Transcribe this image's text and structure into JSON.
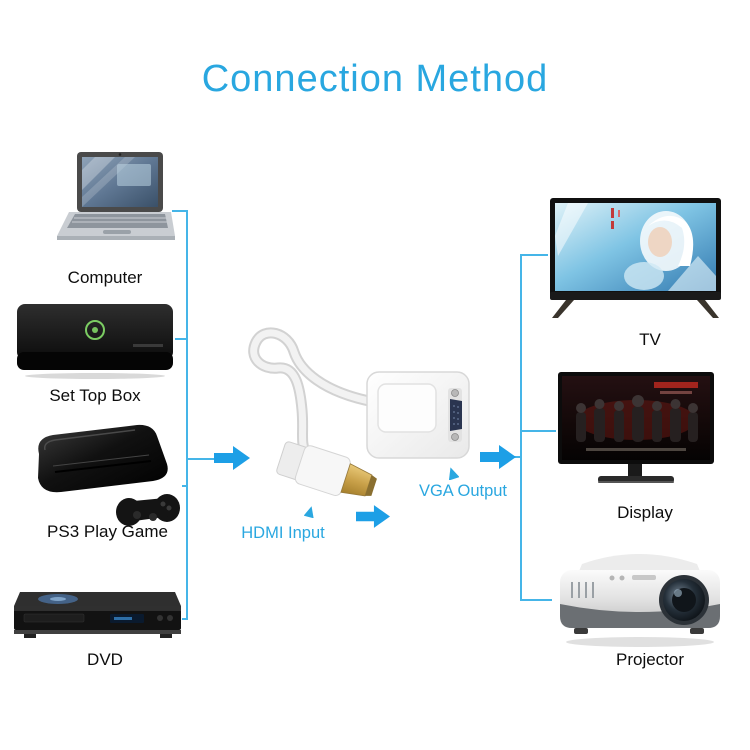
{
  "title": "Connection Method",
  "colors": {
    "accent_blue": "#29A7E0",
    "arrow_blue": "#1D9FE6",
    "line_blue": "#45B5E8",
    "label_black": "#0D0D0D"
  },
  "adapter": {
    "hdmi_label": "HDMI Input",
    "vga_label": "VGA Output"
  },
  "sources": [
    {
      "label": "Computer"
    },
    {
      "label": "Set Top Box"
    },
    {
      "label": "PS3 Play Game"
    },
    {
      "label": "DVD"
    }
  ],
  "outputs": [
    {
      "label": "TV"
    },
    {
      "label": "Display"
    },
    {
      "label": "Projector"
    }
  ]
}
